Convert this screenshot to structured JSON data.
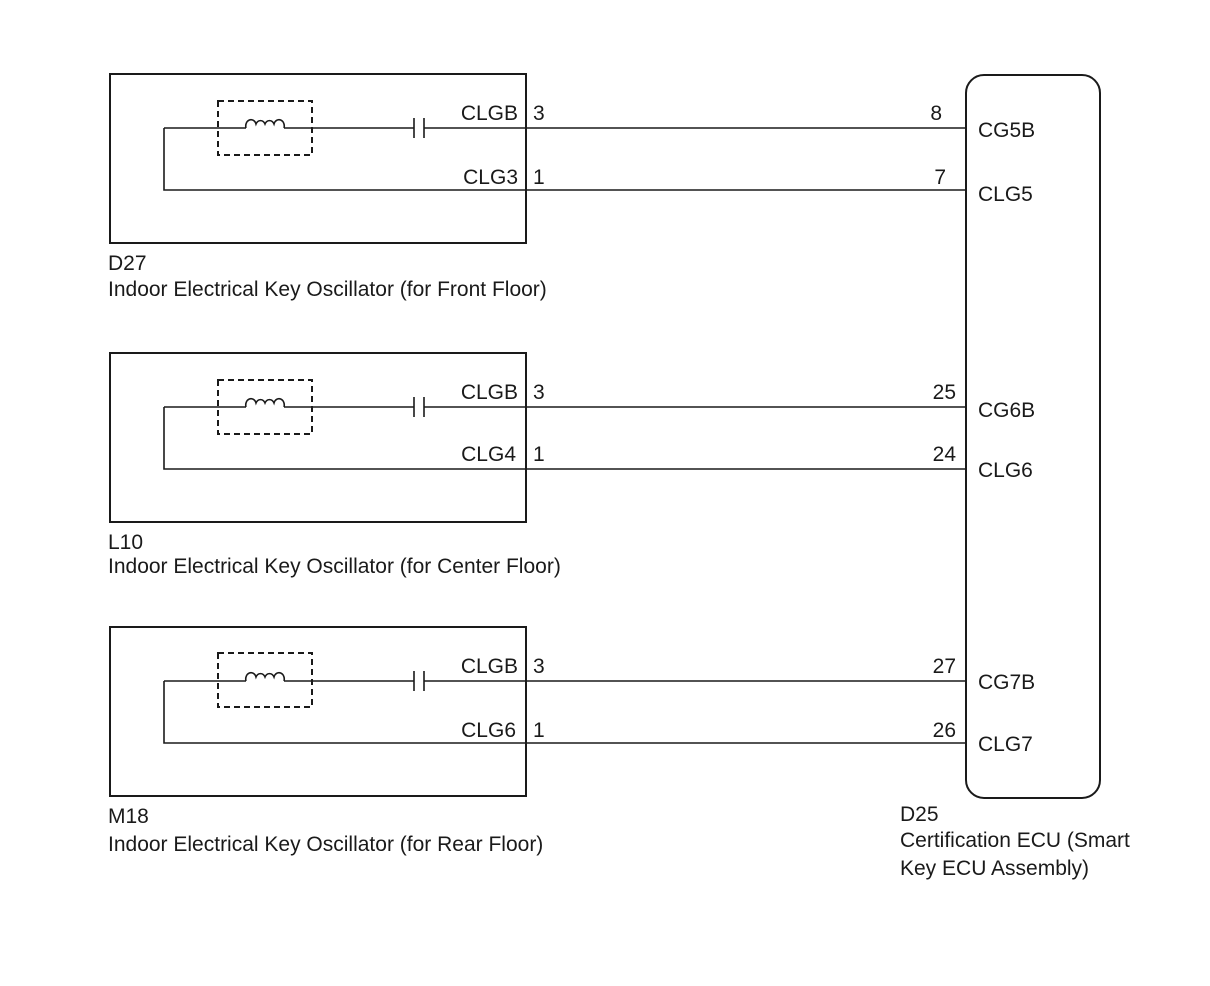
{
  "oscillators": [
    {
      "connector_id": "D27",
      "name": "Indoor Electrical Key Oscillator (for Front Floor)",
      "pins": [
        {
          "terminal": "CLGB",
          "pin": "3",
          "ecu_pin": "8",
          "ecu_terminal": "CG5B"
        },
        {
          "terminal": "CLG3",
          "pin": "1",
          "ecu_pin": "7",
          "ecu_terminal": "CLG5"
        }
      ]
    },
    {
      "connector_id": "L10",
      "name": "Indoor Electrical Key Oscillator (for Center Floor)",
      "pins": [
        {
          "terminal": "CLGB",
          "pin": "3",
          "ecu_pin": "25",
          "ecu_terminal": "CG6B"
        },
        {
          "terminal": "CLG4",
          "pin": "1",
          "ecu_pin": "24",
          "ecu_terminal": "CLG6"
        }
      ]
    },
    {
      "connector_id": "M18",
      "name": "Indoor Electrical Key Oscillator (for Rear Floor)",
      "pins": [
        {
          "terminal": "CLGB",
          "pin": "3",
          "ecu_pin": "27",
          "ecu_terminal": "CG7B"
        },
        {
          "terminal": "CLG6",
          "pin": "1",
          "ecu_pin": "26",
          "ecu_terminal": "CLG7"
        }
      ]
    }
  ],
  "ecu": {
    "connector_id": "D25",
    "name_line1": "Certification ECU (Smart",
    "name_line2": "Key ECU Assembly)"
  }
}
